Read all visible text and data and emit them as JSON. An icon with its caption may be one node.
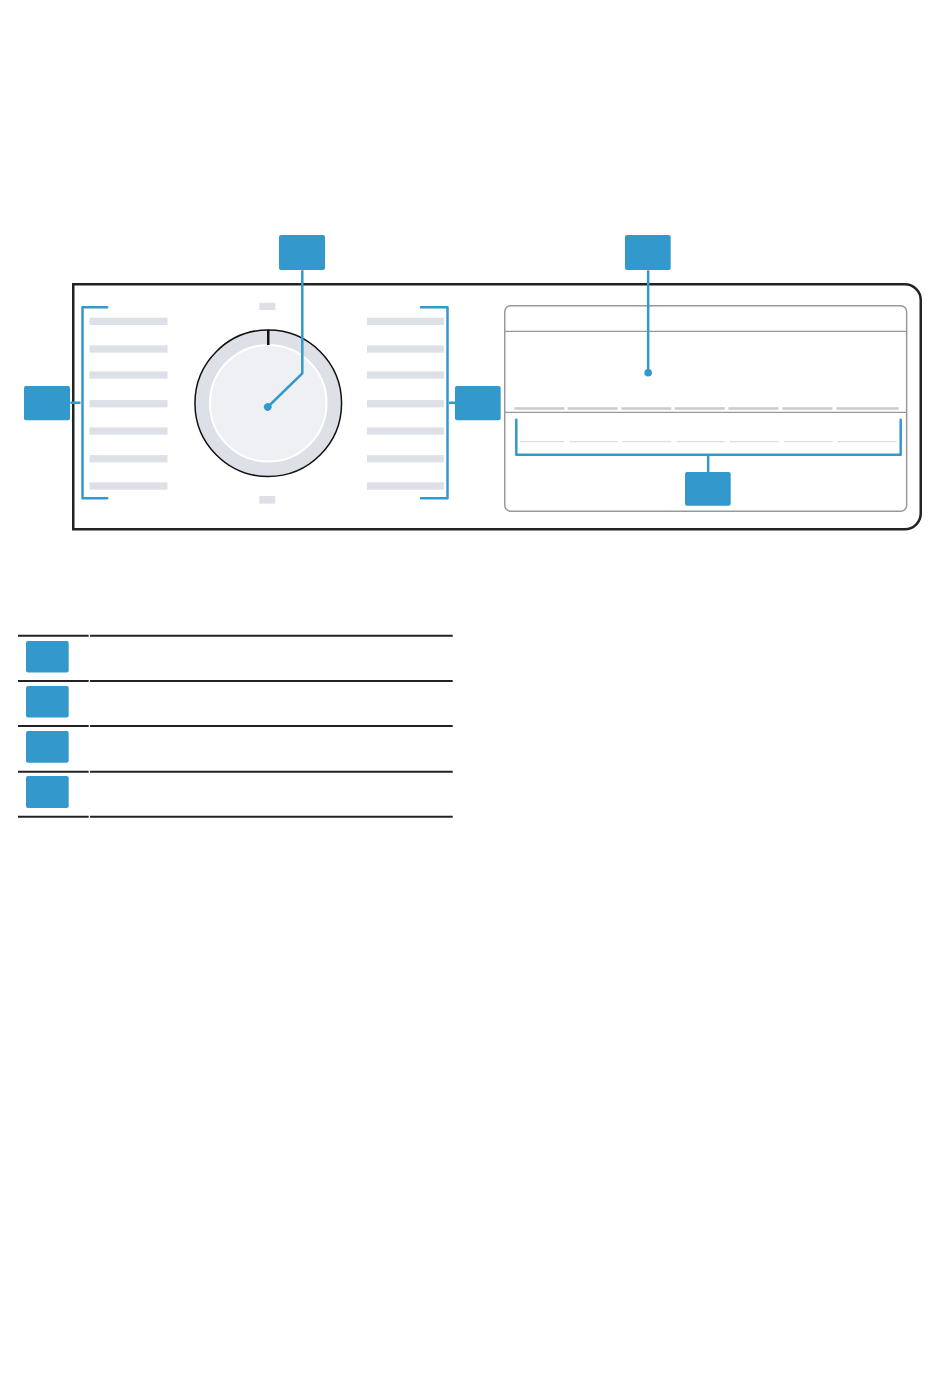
{
  "diagram": {
    "nodes": [
      {
        "text": [],
        "shape": "box"
      },
      {
        "text": [],
        "shape": "box"
      },
      {
        "text": [],
        "shape": "box"
      },
      {
        "text": [],
        "shape": "box"
      },
      {
        "text": [],
        "shape": "bar",
        "in": 3
      },
      {
        "text": [],
        "shape": "circle",
        "in": 3
      },
      {
        "text": [],
        "shape": "bar",
        "in": 3
      },
      {
        "text": [],
        "shape": "box",
        "in": 3
      },
      {
        "text": [],
        "shape": "box",
        "in": 3
      },
      {
        "text": [],
        "shape": "bar",
        "in": 8
      },
      {
        "text": [],
        "shape": "box",
        "in": 8
      },
      {
        "text": [],
        "shape": "box"
      },
      {
        "text": [],
        "shape": "box"
      },
      {
        "text": [],
        "shape": "box"
      },
      {
        "text": [],
        "shape": "box"
      }
    ],
    "edges": [
      {
        "from": 0,
        "to": 5,
        "arrow": "other"
      },
      {
        "from": 1,
        "to": 8,
        "arrow": "other"
      },
      {
        "from": 2,
        "to": 4,
        "arrow": "none"
      },
      {
        "from": 7,
        "to": 6,
        "arrow": "none"
      },
      {
        "from": 10,
        "to": 9,
        "arrow": "none"
      }
    ]
  }
}
